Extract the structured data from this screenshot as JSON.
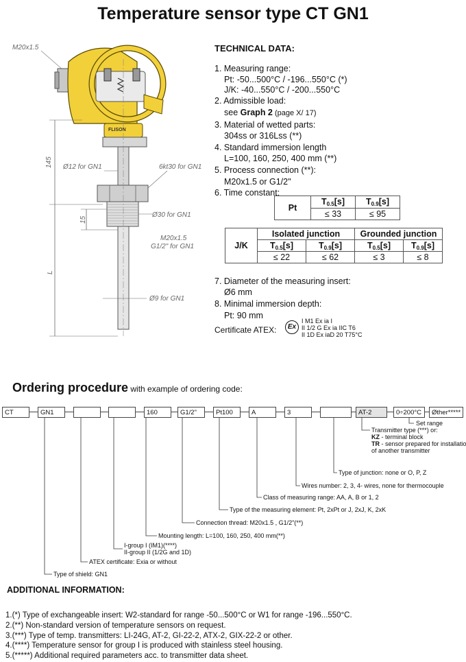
{
  "title": "Temperature sensor type CT GN1",
  "drawing": {
    "thread_top": "M20x1.5",
    "dim_145": "145",
    "dim_15": "15",
    "dim_L": "L",
    "d12": "Ø12 for GN1",
    "hex": "6kt30 for GN1",
    "d30": "Ø30 for GN1",
    "thread_1": "M20x1.5",
    "thread_2": "G1/2\" for GN1",
    "d9": "Ø9 for GN1",
    "brand": "FLISON"
  },
  "tech": {
    "heading": "TECHNICAL DATA:",
    "i1": "1. Measuring range:",
    "i1a": "Pt:   -50...500°C / -196...550°C (*)",
    "i1b": "J/K: -40...550°C / -200...550°C",
    "i2": "2. Admissible load:",
    "i2a_pre": "see ",
    "i2a_bold": "Graph 2",
    "i2a_post": "  (page X/ 17)",
    "i3": "3. Material of wetted parts:",
    "i3a": "304ss or 316Lss (**)",
    "i4": "4. Standard immersion length",
    "i4a": "L=100, 160, 250, 400 mm (**)",
    "i5": "5. Process connection (**):",
    "i5a": "M20x1.5 or G1/2\"",
    "i6": "6. Time constant:",
    "i7": "7. Diameter of the measuring insert:",
    "i7a": "Ø6 mm",
    "i8": "8. Minimal immersion depth:",
    "i8a": "Pt: 90 mm"
  },
  "pt_table": {
    "label": "Pt",
    "t05": "T",
    "t05_sub": "0.5",
    "t09": "T",
    "t09_sub": "0.9",
    "unit": "[s]",
    "v1": "≤ 33",
    "v2": "≤ 95"
  },
  "jk_table": {
    "label": "J/K",
    "isolated": "Isolated junction",
    "grounded": "Grounded junction",
    "t": "T",
    "sub05": "0.5",
    "sub09": "0.9",
    "unit": "[s]",
    "v1": "≤ 22",
    "v2": "≤ 62",
    "v3": "≤ 3",
    "v4": "≤ 8"
  },
  "cert": {
    "label": "Certificate ATEX:",
    "ex": "Ex",
    "m1": "I M1 Ex ia I",
    "m2": "II 1/2 G Ex ia IIC T6",
    "m3": "II 1D Ex iaD 20 T75°C"
  },
  "ordering": {
    "title": "Ordering procedure",
    "subtitle": " with example of ordering code:",
    "codes": [
      "CT",
      "GN1",
      "",
      "",
      "160",
      "G1/2\"",
      "Pt100",
      "A",
      "3",
      "",
      "AT-2",
      "0÷200°C",
      "Øther*****"
    ],
    "d_set": "Set range",
    "d_tt": "Transmitter type (***) or:",
    "d_kz_b": "KZ",
    "d_kz": " - terminal block",
    "d_tr_b": "TR",
    "d_tr": " - sensor prepared for installation",
    "d_tr2": "of another transmitter",
    "d_junction": "Type of junction: none or O, P, Z",
    "d_wires": "Wires number: 2, 3, 4- wires, none for thermocouple",
    "d_class": "Class of measuring range: AA, A, B or 1, 2",
    "d_element": "Type of the measuring element: Pt, 2xPt or J, 2xJ, K, 2xK",
    "d_thread": "Connection thread: M20x1.5 , G1/2\"(**)",
    "d_length": "Mounting length: L=100, 160, 250, 400 mm(**)",
    "d_group1": "I-group I (IM1)(****)",
    "d_group2": "II-group II (1/2G and 1D)",
    "d_atex": "ATEX certificate: Exia or without",
    "d_shield": "Type of shield: GN1"
  },
  "additional": {
    "title": "ADDITIONAL INFORMATION:",
    "n1": "1.(*) Type of exchangeable insert: W2-standard for range -50...500°C  or W1 for range -196...550°C.",
    "n2": "2.(**) Non-standard version of temperature sensors on request.",
    "n3": "3.(***) Type of temp. transmitters: LI-24G, AT-2, GI-22-2, ATX-2, GIX-22-2 or other.",
    "n4": "4.(****) Temperature sensor  for group I is produced with stainless steel housing.",
    "n5": "5.(*****) Additional required parameters acc. to transmitter data sheet."
  }
}
